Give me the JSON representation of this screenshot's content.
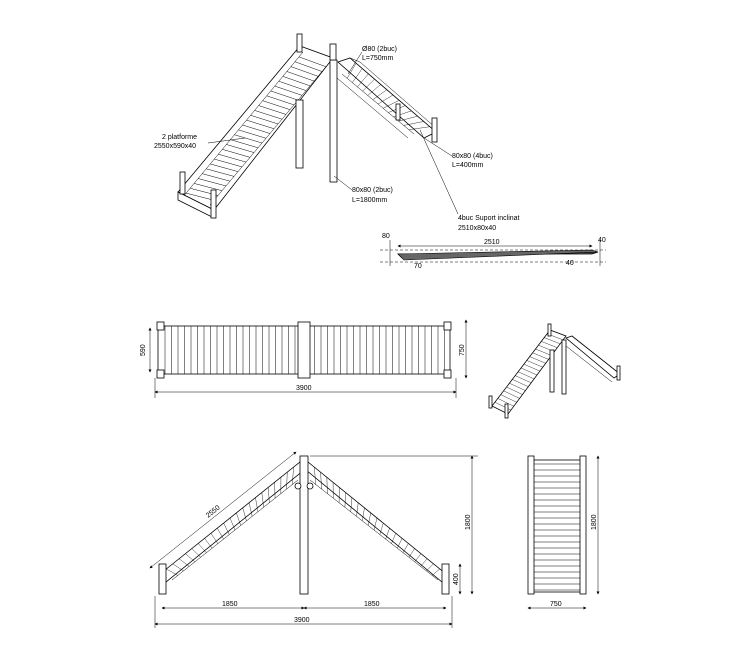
{
  "callouts": {
    "rails": {
      "line1": "Ø80 (2buc)",
      "line2": "L=750mm"
    },
    "platforms": {
      "line1": "2 platforme",
      "line2": "2550x590x40"
    },
    "short_posts": {
      "line1": "80x80 (4buc)",
      "line2": "L=400mm"
    },
    "tall_posts": {
      "line1": "80x80 (2buc)",
      "line2": "L=1800mm"
    },
    "incline_support": {
      "line1": "4buc Suport inclinat",
      "line2": "2510x80x40"
    }
  },
  "section_dims": {
    "length": "2510",
    "left_top": "80",
    "left_bottom": "70",
    "right_top": "40",
    "right_bottom": "40"
  },
  "top_view_dims": {
    "total_length": "3900",
    "inner_width": "590",
    "outer_width": "750"
  },
  "side_view_dims": {
    "slope": "2550",
    "height": "1800",
    "post": "400",
    "half_left": "1850",
    "half_right": "1850",
    "total": "3900"
  },
  "end_view_dims": {
    "width": "750",
    "height": "1800"
  }
}
